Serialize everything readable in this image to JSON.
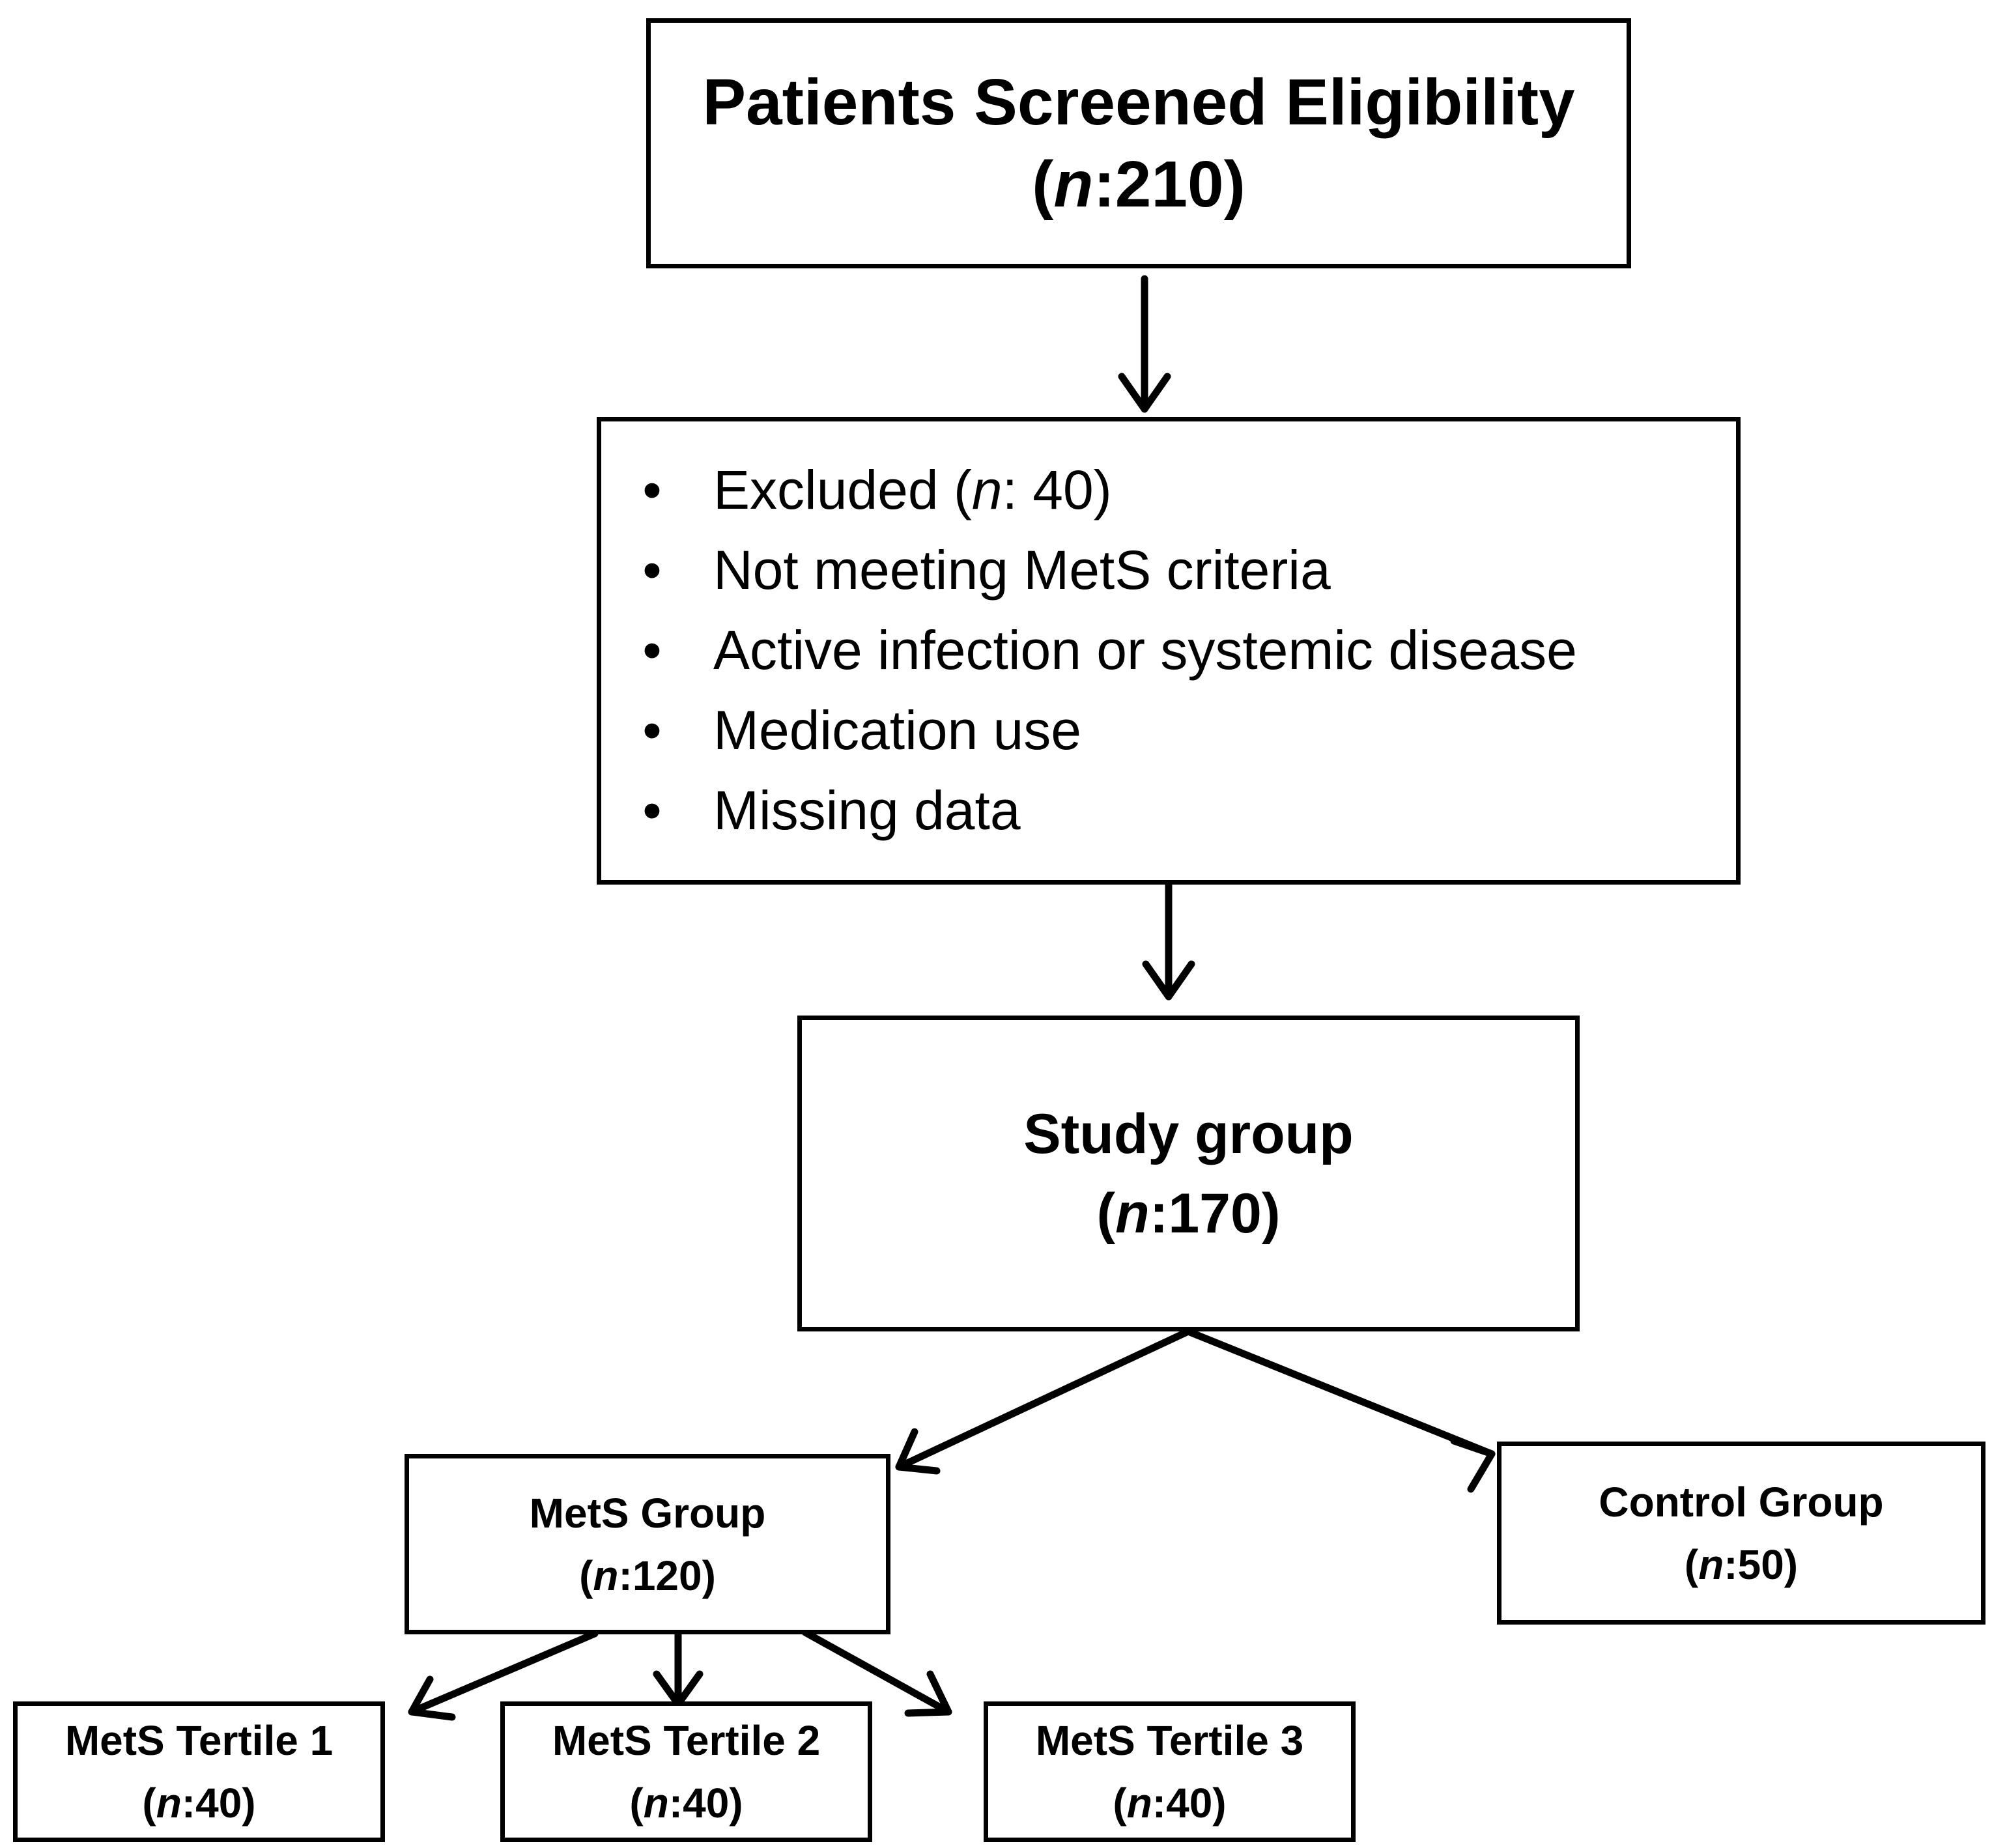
{
  "n_symbol": "n",
  "screened": {
    "title": "Patients Screened Eligibility",
    "count_prefix": "(",
    "count_suffix": ":210)"
  },
  "excluded": {
    "items": [
      {
        "bullet": "•",
        "pre": "Excluded (",
        "italic": "n",
        "post": ": 40)"
      },
      {
        "bullet": "•",
        "pre": "Not meeting MetS criteria",
        "italic": "",
        "post": ""
      },
      {
        "bullet": "•",
        "pre": "Active infection or systemic disease",
        "italic": "",
        "post": ""
      },
      {
        "bullet": "•",
        "pre": "Medication use",
        "italic": "",
        "post": ""
      },
      {
        "bullet": "•",
        "pre": "Missing data",
        "italic": "",
        "post": ""
      }
    ]
  },
  "study": {
    "title": "Study group",
    "count_prefix": "(",
    "count_suffix": ":170)"
  },
  "mets": {
    "title": "MetS Group",
    "count_prefix": "(",
    "count_suffix": ":120)"
  },
  "control": {
    "title": "Control Group",
    "count_prefix": "(",
    "count_suffix": ":50)"
  },
  "tertiles": [
    {
      "title": "MetS Tertile 1",
      "count_prefix": "(",
      "count_suffix": ":40)"
    },
    {
      "title": "MetS Tertile 2",
      "count_prefix": "(",
      "count_suffix": ":40)"
    },
    {
      "title": "MetS Tertile 3",
      "count_prefix": "(",
      "count_suffix": ":40)"
    }
  ]
}
